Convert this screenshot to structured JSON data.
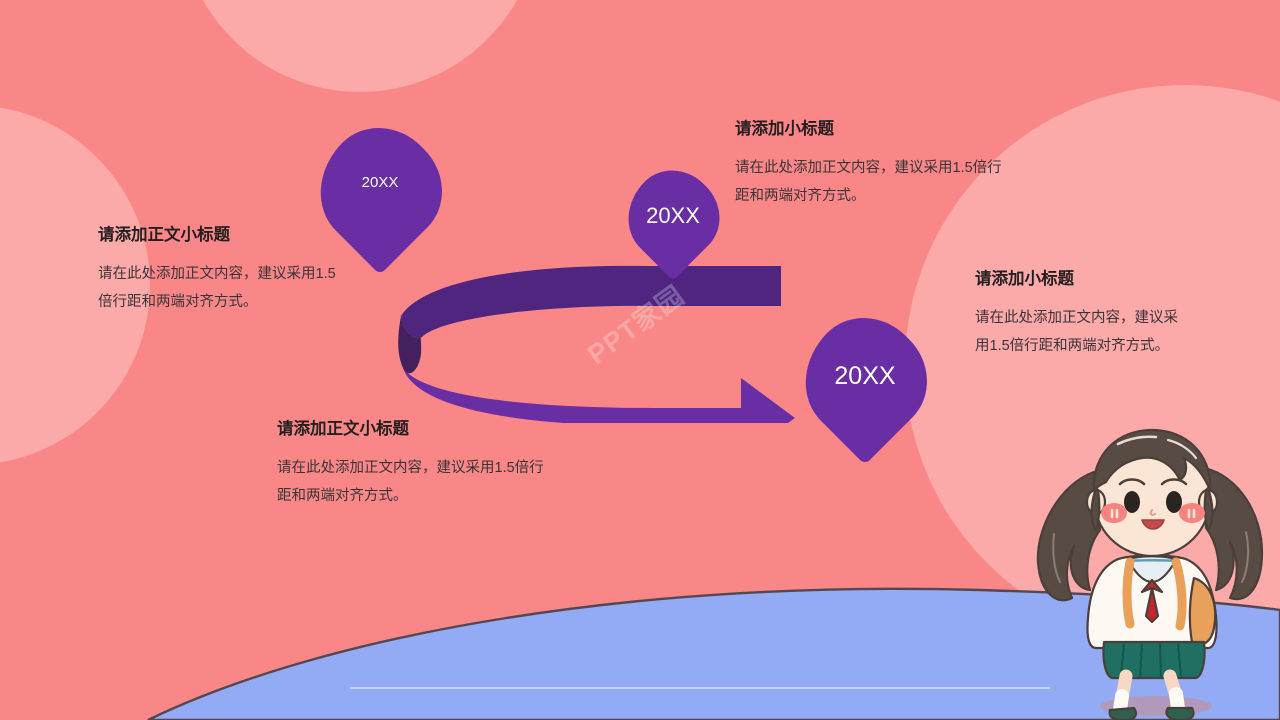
{
  "slide": {
    "background_color": "#fa8787",
    "blob_color": "#fca9a9",
    "wave_color": "#93aaf5",
    "accent_dark": "#4f2580",
    "accent_light": "#6a2ea4",
    "text_color": "#231f20"
  },
  "watermark": {
    "text": "PPT家园"
  },
  "pins": [
    {
      "id": "pin-1",
      "label": "20XX"
    },
    {
      "id": "pin-2",
      "label": "20XX"
    },
    {
      "id": "pin-3",
      "label": "20XX"
    }
  ],
  "text_blocks": {
    "left": {
      "title": "请添加正文小标题",
      "body": "请在此处添加正文内容，建议采用1.5倍行距和两端对齐方式。"
    },
    "top_right": {
      "title": "请添加小标题",
      "body": "请在此处添加正文内容，建议采用1.5倍行距和两端对齐方式。"
    },
    "bottom": {
      "title": "请添加正文小标题",
      "body": "请在此处添加正文内容，建议采用1.5倍行距和两端对齐方式。"
    },
    "right": {
      "title": "请添加小标题",
      "body": "请在此处添加正文内容，建议采用1.5倍行距和两端对齐方式。"
    }
  },
  "illustration": {
    "name": "cartoon-schoolgirl",
    "hair_color": "#4b3f3a",
    "skin_color": "#fbe3d2",
    "shirt_color": "#fdf8f2",
    "tie_color": "#c3272b",
    "skirt_color": "#1f6f63",
    "bag_color": "#e8a martín"
  }
}
